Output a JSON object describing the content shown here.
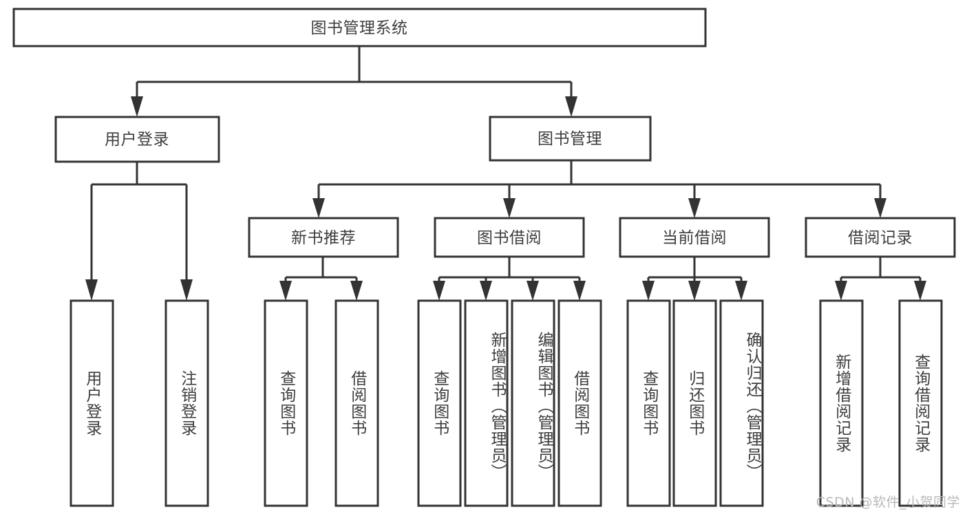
{
  "diagram": {
    "title": "图书管理系统",
    "watermark": "CSDN @软件_小贺同学",
    "root": {
      "id": "root",
      "label": "图书管理系统"
    },
    "level1": [
      {
        "id": "user-login",
        "label": "用户登录"
      },
      {
        "id": "book-management",
        "label": "图书管理"
      }
    ],
    "level2": [
      {
        "id": "new-book-recommend",
        "label": "新书推荐",
        "parent": "book-management"
      },
      {
        "id": "book-borrow",
        "label": "图书借阅",
        "parent": "book-management"
      },
      {
        "id": "current-borrow",
        "label": "当前借阅",
        "parent": "book-management"
      },
      {
        "id": "borrow-record",
        "label": "借阅记录",
        "parent": "book-management"
      }
    ],
    "leaves": {
      "user-login": [
        {
          "id": "leaf-user-login",
          "label": "用户登录"
        },
        {
          "id": "leaf-logout-login",
          "label": "注销登录"
        }
      ],
      "new-book-recommend": [
        {
          "id": "leaf-query-book-1",
          "label": "查询图书"
        },
        {
          "id": "leaf-borrow-book-1",
          "label": "借阅图书"
        }
      ],
      "book-borrow": [
        {
          "id": "leaf-query-book-2",
          "label": "查询图书"
        },
        {
          "id": "leaf-add-book",
          "label": "新增图书（管理员）"
        },
        {
          "id": "leaf-edit-book",
          "label": "编辑图书（管理员）"
        },
        {
          "id": "leaf-borrow-book-2",
          "label": "借阅图书"
        }
      ],
      "current-borrow": [
        {
          "id": "leaf-query-book-3",
          "label": "查询图书"
        },
        {
          "id": "leaf-return-book",
          "label": "归还图书"
        },
        {
          "id": "leaf-confirm-return",
          "label": "确认归还（管理员）"
        }
      ],
      "borrow-record": [
        {
          "id": "leaf-add-record",
          "label": "新增借阅记录"
        },
        {
          "id": "leaf-query-record",
          "label": "查询借阅记录"
        }
      ]
    },
    "colors": {
      "box_stroke": "#333333",
      "box_fill": "#ffffff",
      "text": "#3d3d3d",
      "connector": "#333333",
      "watermark": "#b9b9b9",
      "background": "#ffffff"
    }
  }
}
